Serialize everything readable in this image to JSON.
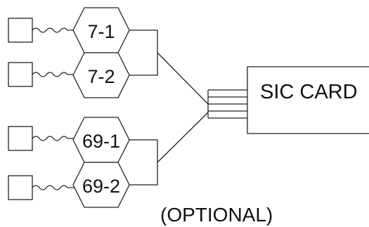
{
  "diagram": {
    "nodes": [
      {
        "id": "7-1",
        "label": "7-1"
      },
      {
        "id": "7-2",
        "label": "7-2"
      },
      {
        "id": "69-1",
        "label": "69-1"
      },
      {
        "id": "69-2",
        "label": "69-2"
      }
    ],
    "sic_card_label": "SIC CARD",
    "optional_label": "(OPTIONAL)",
    "colors": {
      "line": "#222222",
      "fill": "#ffffff",
      "text": "#111111"
    }
  }
}
